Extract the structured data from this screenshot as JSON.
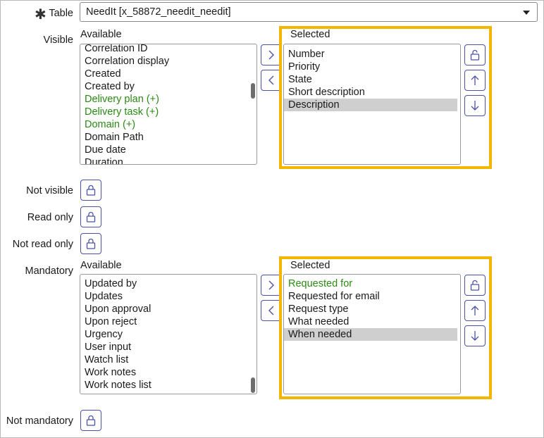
{
  "table": {
    "label": "Table",
    "value": "NeedIt [x_58872_needit_needit]"
  },
  "visible": {
    "label": "Visible",
    "available_header": "Available",
    "available_items": [
      {
        "text": "Correlation ID",
        "green": false
      },
      {
        "text": "Correlation display",
        "green": false
      },
      {
        "text": "Created",
        "green": false
      },
      {
        "text": "Created by",
        "green": false
      },
      {
        "text": "Delivery plan (+)",
        "green": true
      },
      {
        "text": "Delivery task (+)",
        "green": true
      },
      {
        "text": "Domain (+)",
        "green": true
      },
      {
        "text": "Domain Path",
        "green": false
      },
      {
        "text": "Due date",
        "green": false
      },
      {
        "text": "Duration",
        "green": false
      }
    ],
    "selected_header": "Selected",
    "selected_items": [
      {
        "text": "Number",
        "green": false,
        "selected": false
      },
      {
        "text": "Priority",
        "green": false,
        "selected": false
      },
      {
        "text": "State",
        "green": false,
        "selected": false
      },
      {
        "text": "Short description",
        "green": false,
        "selected": false
      },
      {
        "text": "Description",
        "green": false,
        "selected": true
      }
    ]
  },
  "not_visible": {
    "label": "Not visible"
  },
  "read_only": {
    "label": "Read only"
  },
  "not_read_only": {
    "label": "Not read only"
  },
  "mandatory": {
    "label": "Mandatory",
    "available_header": "Available",
    "available_items": [
      {
        "text": "Updated by",
        "green": false
      },
      {
        "text": "Updates",
        "green": false
      },
      {
        "text": "Upon approval",
        "green": false
      },
      {
        "text": "Upon reject",
        "green": false
      },
      {
        "text": "Urgency",
        "green": false
      },
      {
        "text": "User input",
        "green": false
      },
      {
        "text": "Watch list",
        "green": false
      },
      {
        "text": "Work notes",
        "green": false
      },
      {
        "text": "Work notes list",
        "green": false
      }
    ],
    "selected_header": "Selected",
    "selected_items": [
      {
        "text": "Requested for",
        "green": true,
        "selected": false
      },
      {
        "text": "Requested for email",
        "green": false,
        "selected": false
      },
      {
        "text": "Request type",
        "green": false,
        "selected": false
      },
      {
        "text": "What needed",
        "green": false,
        "selected": false
      },
      {
        "text": "When needed",
        "green": false,
        "selected": true
      }
    ]
  },
  "not_mandatory": {
    "label": "Not mandatory"
  },
  "colors": {
    "highlight": "#f2b600",
    "green_text": "#2a8a13",
    "button_border": "#4a52a8",
    "selected_row": "#cfcfcf"
  },
  "icons": [
    "required-star-icon",
    "chevron-down-icon",
    "chevron-right-icon",
    "chevron-left-icon",
    "lock-icon",
    "arrow-up-icon",
    "arrow-down-icon"
  ]
}
